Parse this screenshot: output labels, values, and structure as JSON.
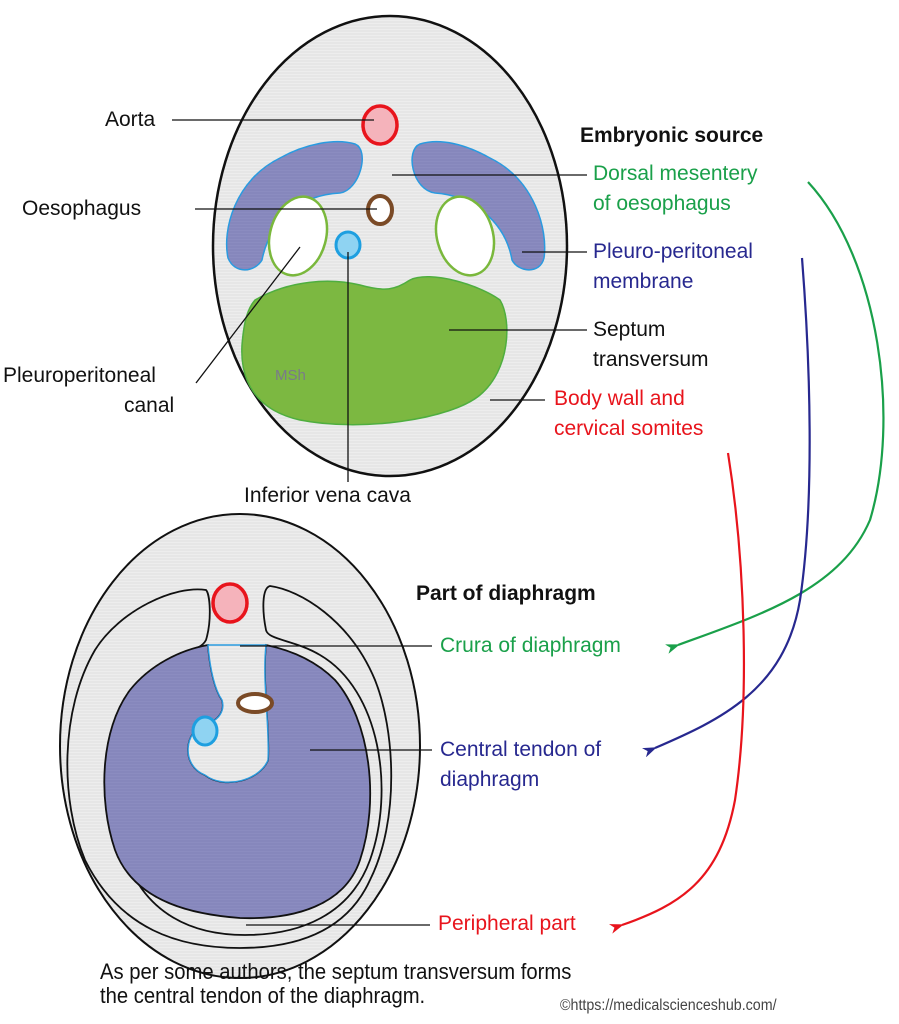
{
  "figure": {
    "top_diagram": {
      "labels_left": {
        "aorta": "Aorta",
        "oesophagus": "Oesophagus",
        "pleuroperitoneal_canal_line1": "Pleuroperitoneal",
        "pleuroperitoneal_canal_line2": "canal",
        "inferior_vena_cava": "Inferior vena cava"
      },
      "inner_mark": "MSh",
      "heading": "Embryonic source",
      "sources": [
        {
          "line1": "Dorsal mesentery",
          "line2": "of oesophagus",
          "color": "#1aa04a"
        },
        {
          "line1": "Pleuro-peritoneal",
          "line2": "membrane",
          "color": "#27288f"
        },
        {
          "line1": "Septum",
          "line2": "transversum",
          "color": "#111111"
        },
        {
          "line1": "Body wall and",
          "line2": "cervical somites",
          "color": "#e8141c"
        }
      ]
    },
    "bottom_diagram": {
      "heading": "Part of diaphragm",
      "parts": [
        {
          "line1": "Crura of diaphragm",
          "line2": "",
          "color": "#1aa04a"
        },
        {
          "line1": "Central tendon of",
          "line2": "diaphragm",
          "color": "#27288f"
        },
        {
          "line1": "Peripheral part",
          "line2": "",
          "color": "#e8141c"
        }
      ]
    },
    "arrows": [
      {
        "from": "Dorsal mesentery of oesophagus",
        "to": "Crura of diaphragm",
        "color": "#1aa04a"
      },
      {
        "from": "Pleuro-peritoneal membrane",
        "to": "Central tendon of diaphragm",
        "color": "#27288f"
      },
      {
        "from": "Body wall and cervical somites",
        "to": "Peripheral part",
        "color": "#e8141c"
      }
    ],
    "note_line1": "As per some authors, the septum transversum forms",
    "note_line2": "the central tendon of the diaphragm.",
    "credit": "©https://medicalscienceshub.com/"
  }
}
